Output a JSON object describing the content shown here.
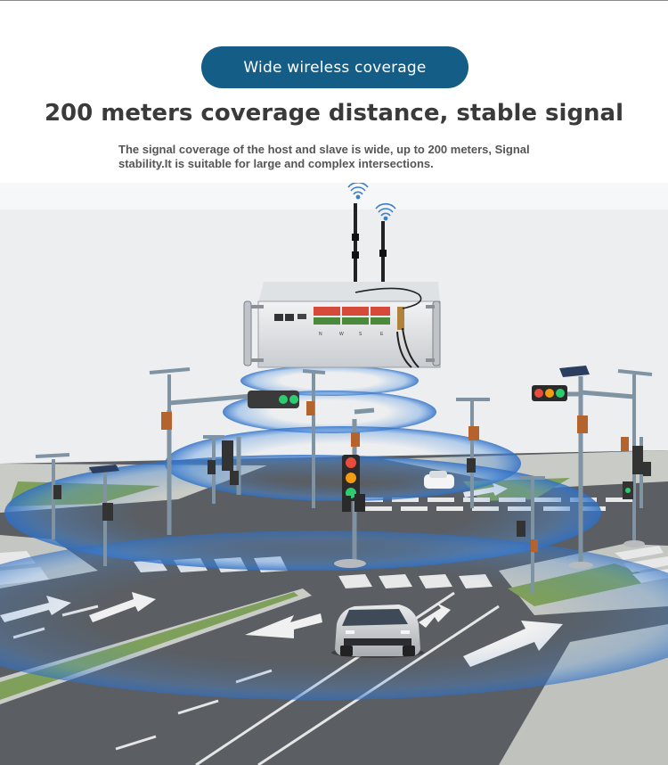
{
  "header": {
    "badge_label": "Wide wireless coverage",
    "headline": "200 meters coverage distance, stable signal",
    "description_line1": "The signal coverage of the host and slave is wide, up to 200 meters,   Signal",
    "description_line2": "stability.It is suitable for large and complex intersections."
  },
  "device": {
    "port_labels": [
      "N",
      "W",
      "S",
      "E"
    ]
  },
  "colors": {
    "badge": "#135d87",
    "signal_ring": "#3a7fd0",
    "road": "#4a4d52",
    "grass": "#7fa05a",
    "sky": "#eef0f2"
  },
  "icons": {
    "signal": "wifi-signal-icon",
    "traffic_light": "traffic-light-icon",
    "car": "car-icon"
  }
}
